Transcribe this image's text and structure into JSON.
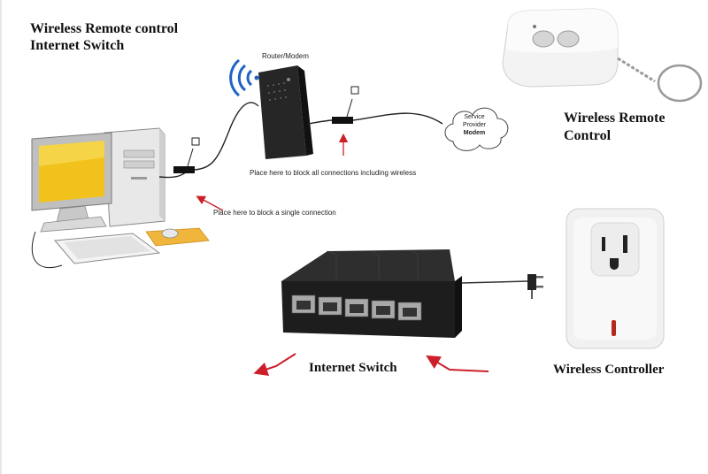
{
  "title": {
    "line1": "Wireless Remote control",
    "line2": "Internet Switch"
  },
  "router": {
    "label": "Router/Modem"
  },
  "cloud": {
    "line1": "Service",
    "line2": "Provider",
    "line3": "Modem"
  },
  "notes": {
    "block_all": "Place here to block all connections including wireless",
    "block_single": "Place here to block a single connection"
  },
  "remote": {
    "label_line1": "Wireless Remote",
    "label_line2": "Control"
  },
  "switch": {
    "label": "Internet Switch"
  },
  "controller": {
    "label": "Wireless Controller"
  },
  "colors": {
    "arrow": "#cc1f2a",
    "device_dark": "#2b2b2b",
    "monitor_screen": "#f2c21c",
    "white_device": "#f1f1f1"
  }
}
